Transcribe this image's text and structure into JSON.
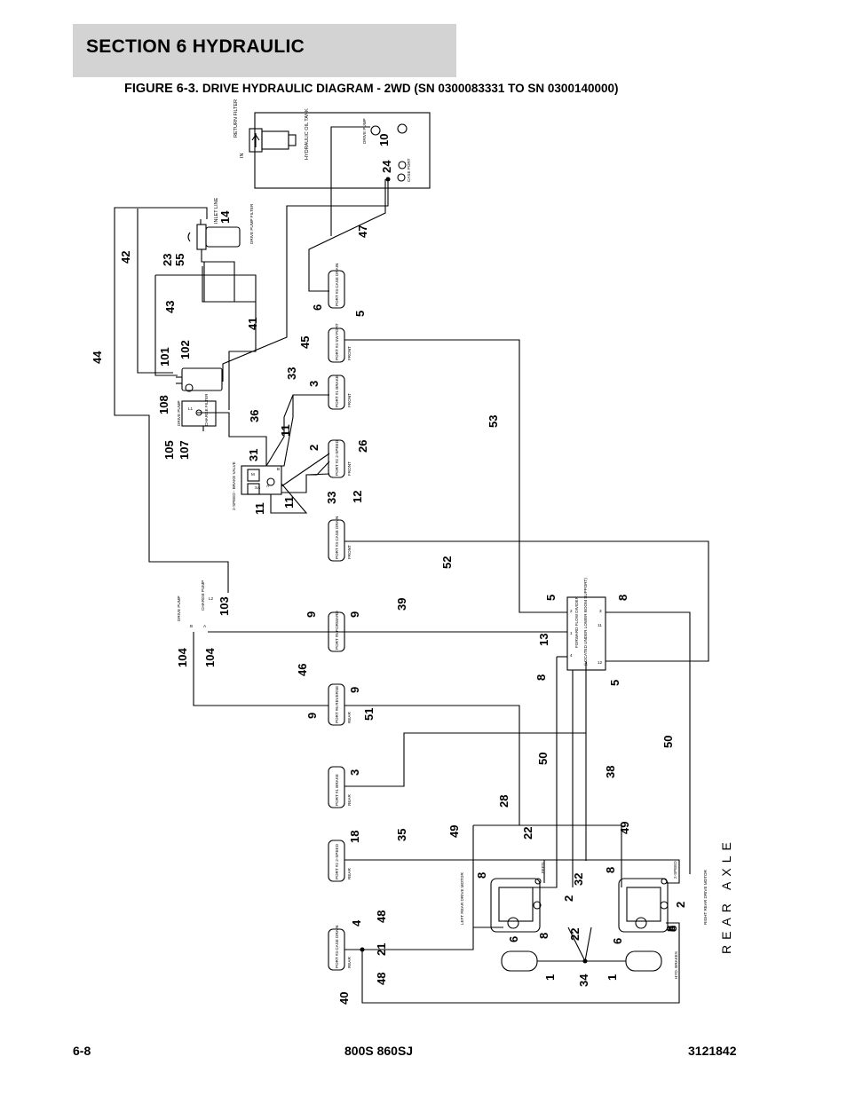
{
  "header": {
    "section": "SECTION 6   HYDRAULIC",
    "figure_label": "FIGURE 6-3.",
    "figure_title": "DRIVE HYDRAULIC DIAGRAM - 2WD (SN 0300083331 TO SN 0300140000)"
  },
  "footer": {
    "page": "6-8",
    "model": "800S 860SJ",
    "doc_number": "3121842"
  },
  "diagram": {
    "tank": {
      "label": "HYDRAULIC OIL TANK",
      "return_filter": "RETURN FILTER",
      "in": "IN",
      "drive_pump": "DRIVE PUMP",
      "case_port": "CASE PORT"
    },
    "inlet_line": "INLET LINE",
    "drive_pump_filter": "DRIVE PUMP FILTER",
    "drive_pump_top": "DRIVE PUMP",
    "drive_pump_bottom": "DRIVE PUMP",
    "charge_filter": "CHARGE FILTER",
    "valve_2speed": "2-SPEED - BRAKE VALVE",
    "flow_divider": {
      "title": "FORWARD FLOW DIVIDER",
      "subtitle": "(LOCATED UNDER LOWER BOOM SUPPORT)"
    },
    "left_motor": "LEFT REAR DRIVE MOTOR",
    "right_motor": "RIGHT REAR DRIVE MOTOR",
    "hyd_brakes": "HYD. BRAKES",
    "rear_axle": "REAR AXLE",
    "feed": "FEED",
    "two_speed": "2-SPEED",
    "ports": [
      {
        "id": "p6",
        "label": "PORT #3 CASE DRAIN",
        "side": ""
      },
      {
        "id": "p5",
        "label": "PORT #4 SW PORT",
        "side": "FRONT"
      },
      {
        "id": "p3",
        "label": "PORT #1 BRAKE",
        "side": "FRONT"
      },
      {
        "id": "p2",
        "label": "PORT #2 2-SPEED",
        "side": "FRONT"
      },
      {
        "id": "p12",
        "label": "PORT #3 CASE DRAIN",
        "side": "FRONT"
      },
      {
        "id": "pfwd",
        "label": "PORT #5 FORWARD",
        "side": ""
      },
      {
        "id": "prev",
        "label": "PORT #6 REVERSE",
        "side": "REAR"
      },
      {
        "id": "pbr",
        "label": "PORT #1 BRAKE",
        "side": "REAR"
      },
      {
        "id": "p2sp",
        "label": "PORT #2 2-SPEED",
        "side": "REAR"
      },
      {
        "id": "pcd",
        "label": "PORT #3 CASE DRAIN",
        "side": "REAR"
      }
    ],
    "pump_ports": {
      "l1": "L1",
      "l2": "L2",
      "charge_pump": "CHARGE PUMP",
      "b": "B",
      "a": "A",
      "upper_b": "B",
      "upper_a": "A",
      "sa": "SA",
      "m": "M",
      "fd_1": "1",
      "fd_2": "2",
      "fd_3": "3",
      "fd_4": "4",
      "fd_11": "11",
      "fd_12": "12"
    },
    "callouts": {
      "c10": "10",
      "c24": "24",
      "c14": "14",
      "c47": "47",
      "c42": "42",
      "c23": "23",
      "c55": "55",
      "c43": "43",
      "c41": "41",
      "c45": "45",
      "c44": "44",
      "c101": "101",
      "c102": "102",
      "c108": "108",
      "c105": "105",
      "c107": "107",
      "c36": "36",
      "c31": "31",
      "c11a": "11",
      "c11b": "11",
      "c11c": "11",
      "c33a": "33",
      "c33b": "33",
      "c3a": "3",
      "c2a": "2",
      "c26": "26",
      "c12": "12",
      "c6a": "6",
      "c5a": "5",
      "c53": "53",
      "c52": "52",
      "c103": "103",
      "c104a": "104",
      "c104b": "104",
      "c9a": "9",
      "c9b": "9",
      "c9c": "9",
      "c9d": "9",
      "c39": "39",
      "c46": "46",
      "c51": "51",
      "c5b": "5",
      "c8a": "8",
      "c13": "13",
      "c8b": "8",
      "c5c": "5",
      "c3b": "3",
      "c50a": "50",
      "c50b": "50",
      "c38": "38",
      "c28": "28",
      "c49a": "49",
      "c49b": "49",
      "c18": "18",
      "c35": "35",
      "c22a": "22",
      "c8c": "8",
      "c32": "32",
      "c2b": "2",
      "c8d": "8",
      "c2c": "2",
      "c8e": "8",
      "c4": "4",
      "c48a": "48",
      "c21": "21",
      "c48b": "48",
      "c6b": "6",
      "c8f": "8",
      "c22b": "22",
      "c6c": "6",
      "c8g": "8",
      "c1a": "1",
      "c34": "34",
      "c1b": "1",
      "c40": "40"
    }
  }
}
